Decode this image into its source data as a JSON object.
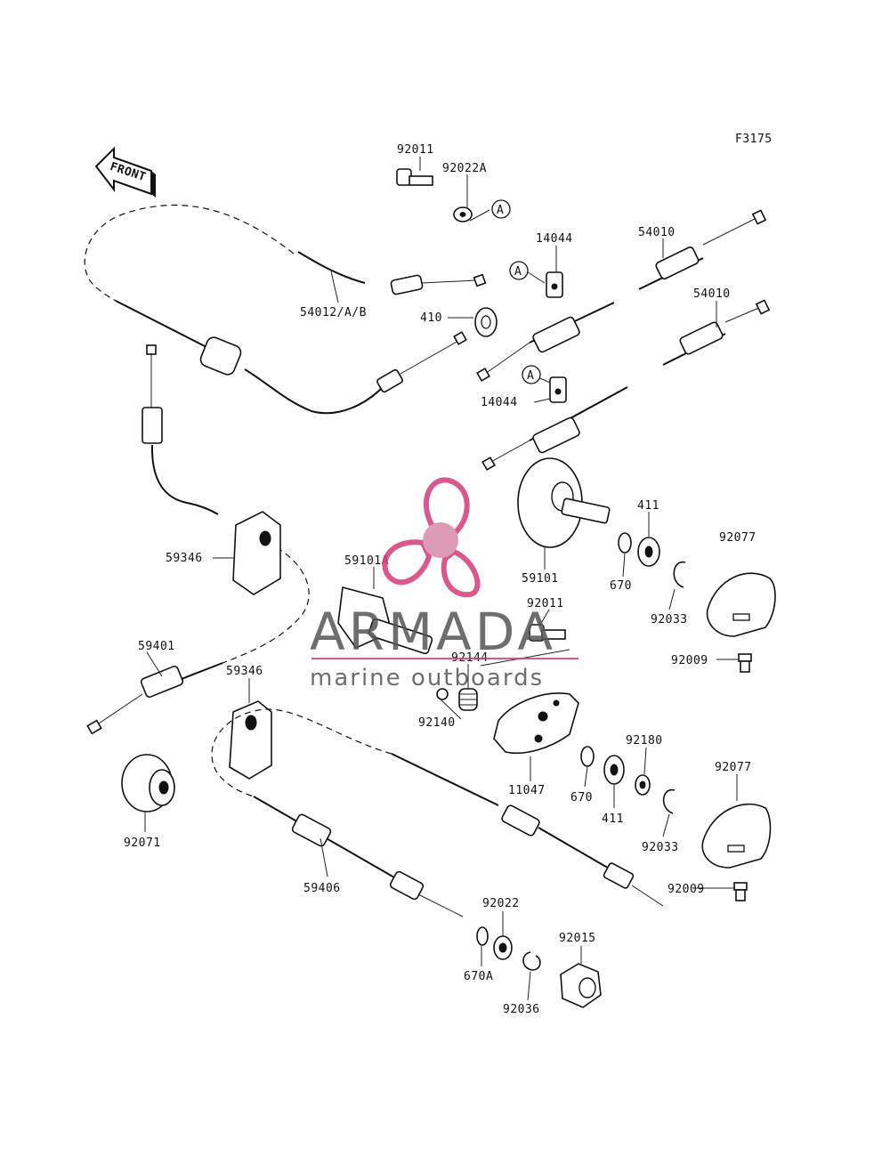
{
  "figure_code": "F3175",
  "front_label": "FRONT",
  "reference_marker": "A",
  "watermark": {
    "brand": "ARMADA",
    "tagline": "marine outboards",
    "brand_color": "#d63a7a",
    "gray": "#555555"
  },
  "labels": [
    "92011",
    "92022A",
    "14044",
    "54010",
    "54012/A/B",
    "410",
    "54010",
    "14044",
    "59346",
    "59101A",
    "59101",
    "411",
    "92077",
    "670",
    "92033",
    "92011",
    "92009",
    "59401",
    "92144",
    "59346",
    "92140",
    "11047",
    "92180",
    "92077",
    "670",
    "411",
    "92033",
    "92071",
    "59406",
    "92009",
    "92022",
    "92015",
    "670A",
    "92036"
  ]
}
